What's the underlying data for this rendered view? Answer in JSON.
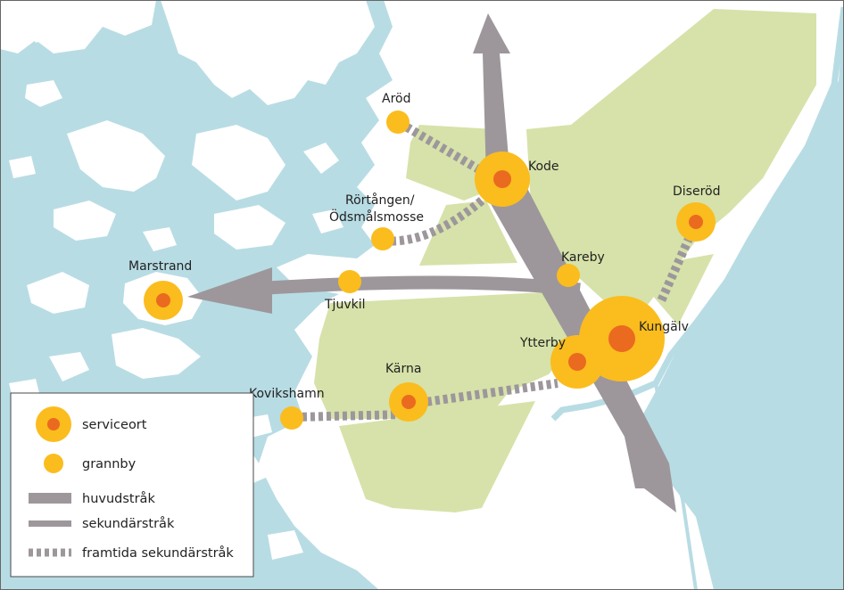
{
  "colors": {
    "water": "#b8dce4",
    "land": "#ffffff",
    "green_area": "#d6e2a9",
    "river": "#b8dce4",
    "service_outer": "#fbbc1e",
    "service_inner": "#ea6a20",
    "main_route": "#9d979c",
    "future_route": "#9d979c"
  },
  "places": {
    "arod": "Aröd",
    "kode": "Kode",
    "rortangen_1": "Rörtången/",
    "rortangen_2": "Ödsmålsmosse",
    "diserod": "Diseröd",
    "kareby": "Kareby",
    "marstrand": "Marstrand",
    "tjuvkil": "Tjuvkil",
    "kungalv": "Kungälv",
    "ytterby": "Ytterby",
    "karna": "Kärna",
    "kovikshamn": "Kovikshamn"
  },
  "legend": {
    "serviceort": "serviceort",
    "grannby": "grannby",
    "huvudstrak": "huvudstråk",
    "sekundarstrak": "sekundärstråk",
    "framtida": "framtida sekundärstråk"
  }
}
